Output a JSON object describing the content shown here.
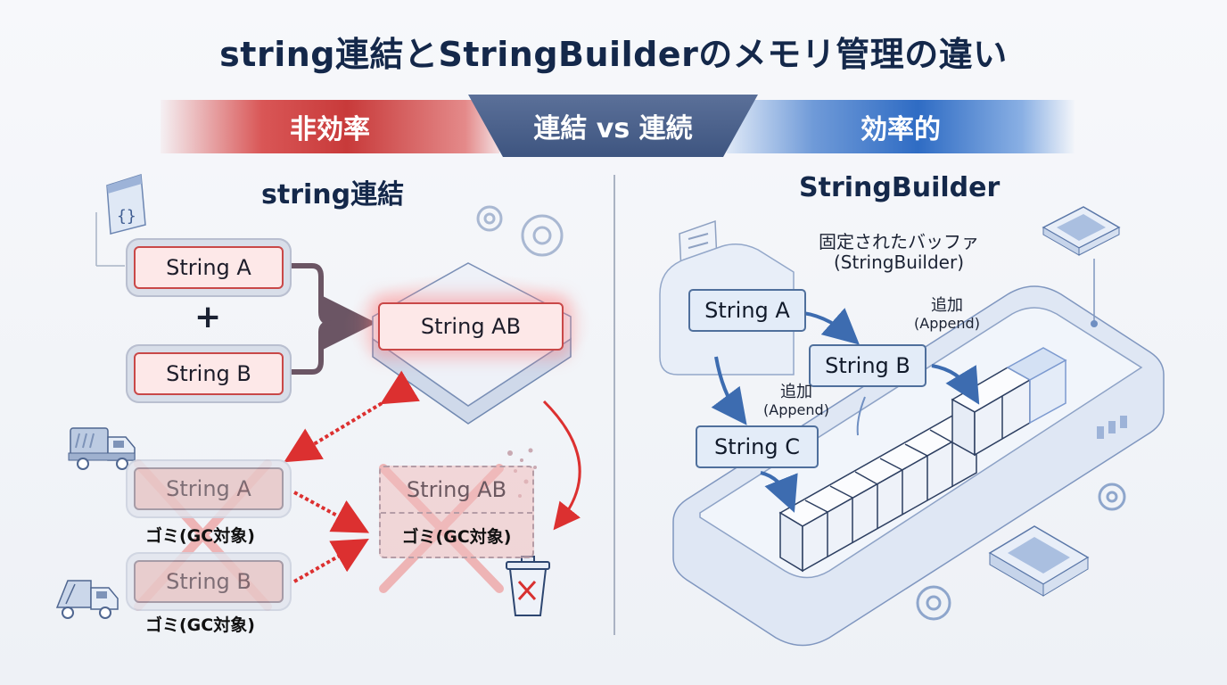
{
  "title": "string連結とStringBuilderのメモリ管理の違い",
  "banner": {
    "left": "非効率",
    "middle": "連結 vs 連続",
    "right": "効率的"
  },
  "left_section": {
    "title": "string連結",
    "string_a": "String A",
    "plus": "+",
    "string_b": "String B",
    "result": "String AB",
    "garbage_a": "String A",
    "garbage_b": "String B",
    "garbage_ab": "String AB",
    "gc_label": "ゴミ(GC対象)",
    "icons": [
      "code-window-icon",
      "gear-icon",
      "garbage-truck-icon",
      "trash-can-icon"
    ]
  },
  "right_section": {
    "title": "StringBuilder",
    "buffer_label_line1": "固定されたバッファ",
    "buffer_label_line2": "(StringBuilder)",
    "string_a": "String A",
    "string_b": "String B",
    "string_c": "String C",
    "append_line1": "追加",
    "append_line2": "(Append)",
    "icons": [
      "document-icon",
      "chip-icon",
      "gear-icon"
    ]
  },
  "colors": {
    "inefficient": "#c83a3a",
    "neutral": "#3e5580",
    "efficient": "#2f6cc4",
    "title": "#14284a"
  }
}
